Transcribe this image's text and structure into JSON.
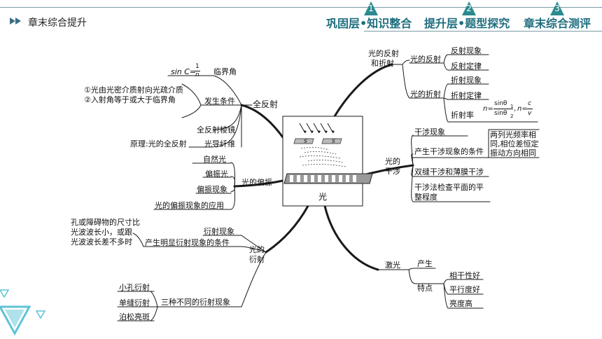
{
  "header": {
    "section_title": "章末综合提升",
    "tabs": [
      {
        "num": "1",
        "label": "巩固层•知识整合"
      },
      {
        "num": "2",
        "label": "提升层•题型探究"
      },
      {
        "num": "3",
        "label": "章末综合测评"
      }
    ]
  },
  "center": {
    "label": "光"
  },
  "formulas": {
    "critical_sin": "sin C=",
    "critical_num": "1",
    "critical_den": "n",
    "refr_n": "n=",
    "refr_num": "sinθ",
    "refr_num_sub": "1",
    "refr_den": "sinθ",
    "refr_den_sub": "2",
    "refr_sep": ",",
    "refr_n2": "n=",
    "refr_c": "c",
    "refr_v": "v"
  },
  "total_reflection": {
    "label": "全反射",
    "critical_angle": "临界角",
    "condition": "发生条件",
    "condition_1": "①光由光密介质射向光疏介质",
    "condition_2": "②入射角等于或大于临界角",
    "prism": "全反射棱镜",
    "fiber": "光导纤维",
    "principle": "原理:光的全反射"
  },
  "polarization": {
    "label": "光的偏振",
    "natural": "自然光",
    "polarized": "偏振光",
    "phenomenon": "偏振现象",
    "application": "光的偏振现象的应用"
  },
  "diffraction": {
    "label_1": "光的",
    "label_2": "衍射",
    "phenomenon": "衍射现象",
    "condition": "产生明显衍射现象的条件",
    "condition_text_1": "孔或障碍物的尺寸比",
    "condition_text_2": "光波波长小，或跟",
    "condition_text_3": "光波波长差不多时",
    "three_kinds": "三种不同的衍射现象",
    "hole": "小孔衍射",
    "slit": "单缝衍射",
    "poisson": "泊松亮斑"
  },
  "reflection_refraction": {
    "label_1": "光的反射",
    "label_2": "和折射",
    "reflection": "光的反射",
    "refl_phenomenon": "反射现象",
    "refl_law": "反射定律",
    "refraction": "光的折射",
    "refr_phenomenon": "折射现象",
    "refr_law": "折射定律",
    "refr_index": "折射率"
  },
  "interference": {
    "label_1": "光的",
    "label_2": "干涉",
    "phenomenon": "干涉现象",
    "condition": "产生干涉现象的条件",
    "condition_text_1": "两列光频率相",
    "condition_text_2": "同,相位差恒定",
    "condition_text_3": "振动方向相同",
    "double_slit": "双缝干涉和薄膜干涉",
    "flatness_1": "干涉法检查平面的平",
    "flatness_2": "整程度"
  },
  "laser": {
    "label": "激光",
    "produce": "产生",
    "features": "特点",
    "coherence": "相干性好",
    "parallelism": "平行度好",
    "brightness": "亮度高"
  },
  "colors": {
    "line": "#1a1a1a",
    "accent": "#2a8a8e",
    "tab_text": "#1f6e7f",
    "deco": "#5fc3d6"
  }
}
